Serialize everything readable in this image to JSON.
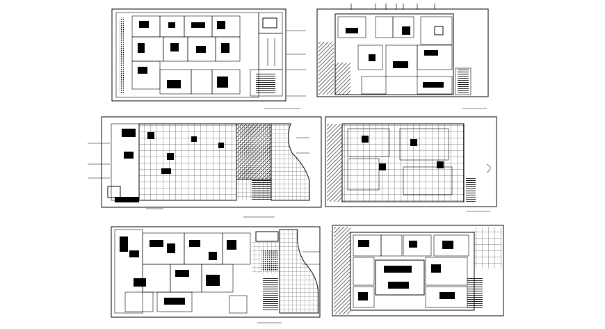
{
  "drawing": {
    "sheet_title": "",
    "plans": [
      {
        "id": "plan-1",
        "kind": "furniture-layout"
      },
      {
        "id": "plan-2",
        "kind": "structural-layout"
      },
      {
        "id": "plan-3",
        "kind": "flooring-grid"
      },
      {
        "id": "plan-4",
        "kind": "flooring-grid"
      },
      {
        "id": "plan-5",
        "kind": "furniture-layout"
      },
      {
        "id": "plan-6",
        "kind": "furniture-layout"
      }
    ],
    "line_color": "#000000",
    "background_color": "#ffffff"
  }
}
